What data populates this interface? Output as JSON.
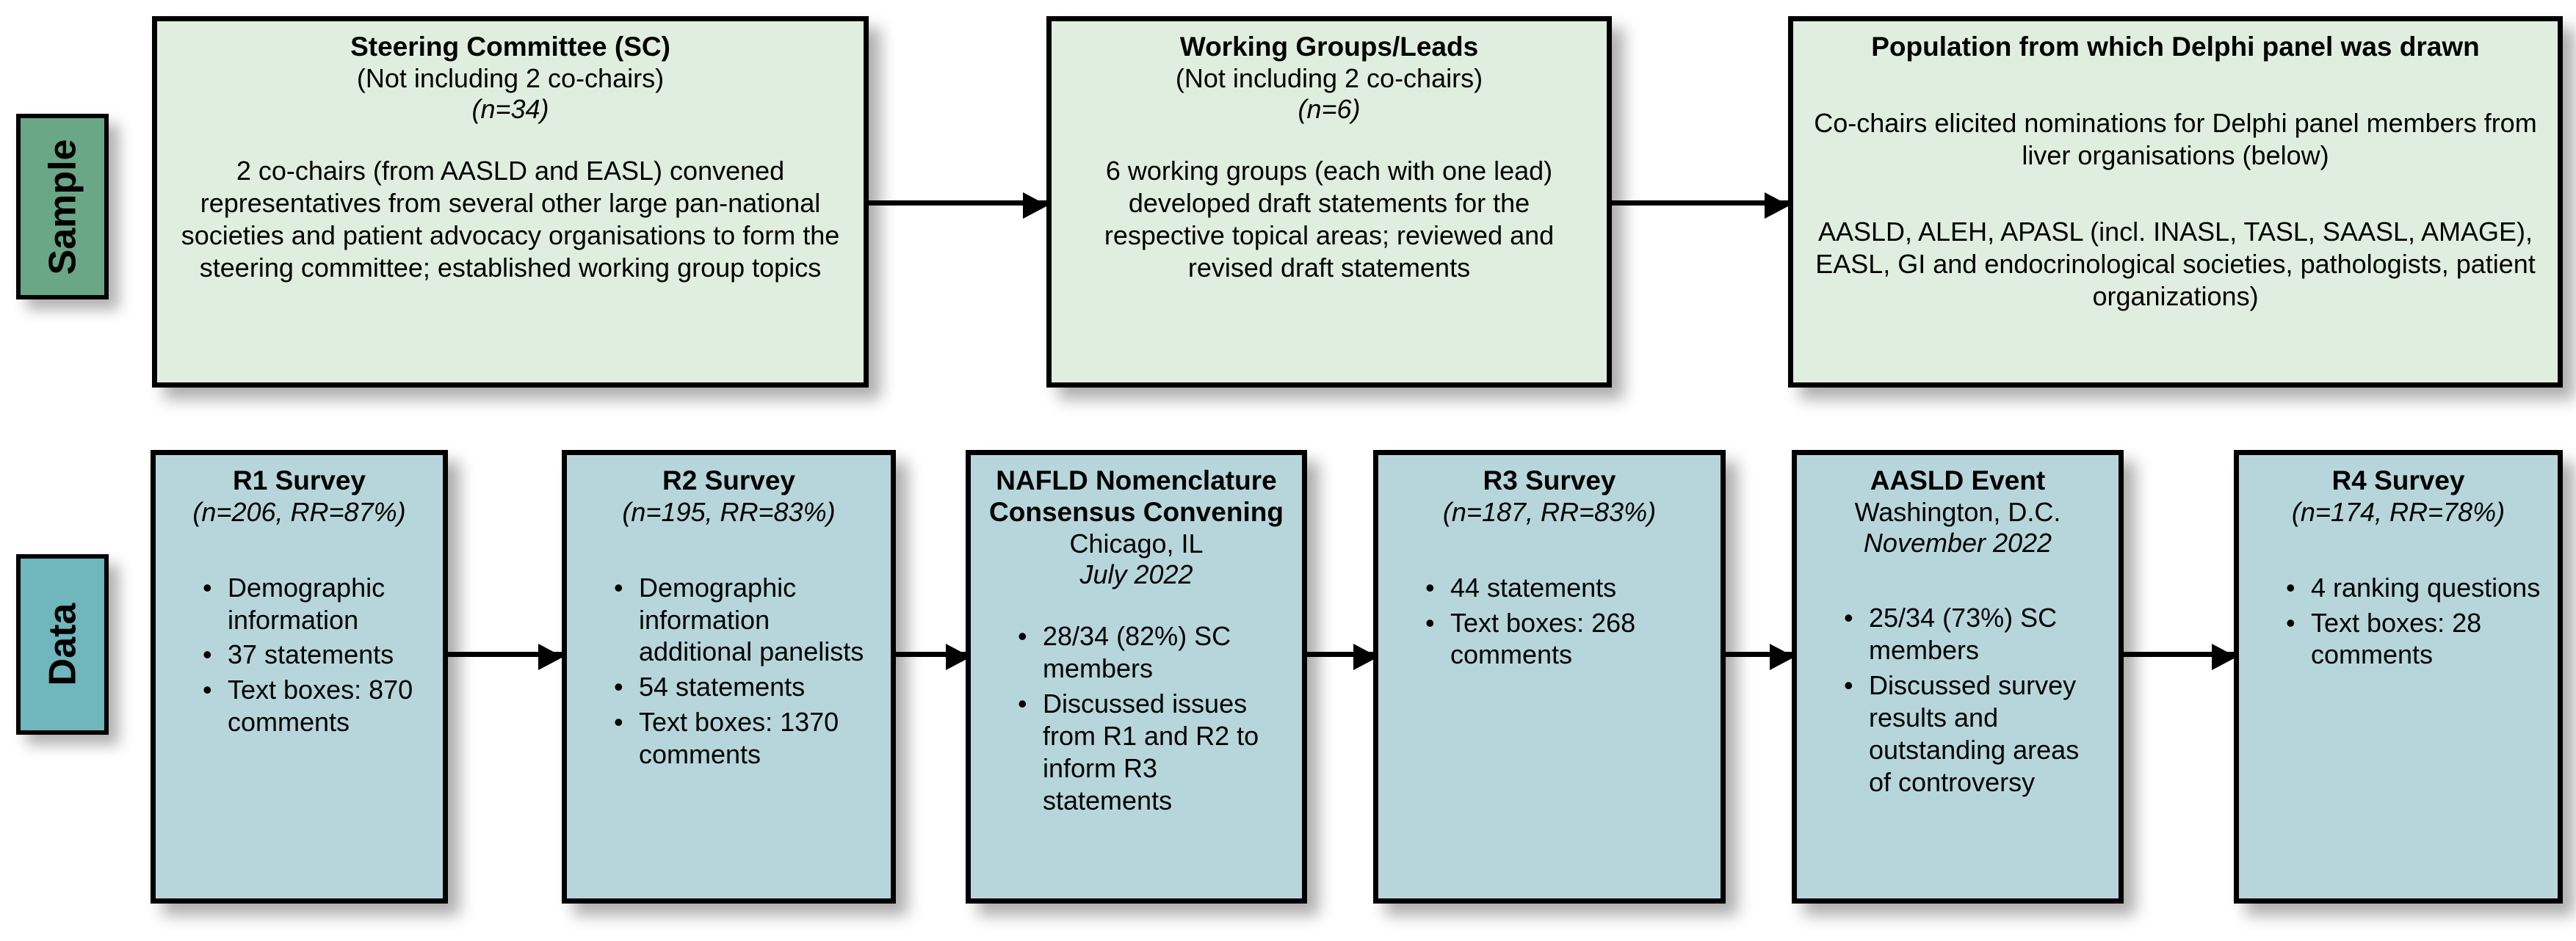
{
  "bands": [
    {
      "id": "sample",
      "label": "Sample",
      "color": "#6aa787"
    },
    {
      "id": "data",
      "label": "Data",
      "color": "#6fb6bd"
    }
  ],
  "palette": {
    "green_fill": "#dfeede",
    "blue_fill": "#b6d6dc",
    "border": "#000000",
    "band_sample": "#6aa787",
    "band_data": "#6fb6bd"
  },
  "sample_row": {
    "steering_committee": {
      "title": "Steering Committee (SC)",
      "subtitle": "(Not including 2 co-chairs)",
      "n_label": "(n=34)",
      "body": "2 co-chairs (from AASLD and EASL) convened representatives from several other large pan-national societies and patient advocacy organisations to form the steering committee; established working group topics"
    },
    "working_groups": {
      "title": "Working Groups/Leads",
      "subtitle": "(Not including 2 co-chairs)",
      "n_label": "(n=6)",
      "body": "6 working groups (each with one lead) developed draft statements for the respective topical areas; reviewed and revised draft statements"
    },
    "population": {
      "title": "Population from which Delphi panel was drawn",
      "body": "Co-chairs elicited nominations for Delphi panel members from liver organisations (below)",
      "body2": "AASLD, ALEH, APASL (incl. INASL, TASL, SAASL, AMAGE), EASL, GI and endocrinological societies, pathologists, patient organizations)"
    }
  },
  "data_row": {
    "r1": {
      "title": "R1 Survey",
      "subtitle": "(n=206, RR=87%)",
      "bullets": [
        "Demographic information",
        "37 statements",
        "Text boxes: 870 comments"
      ]
    },
    "r2": {
      "title": "R2 Survey",
      "subtitle": "(n=195, RR=83%)",
      "bullets": [
        "Demographic information additional panelists",
        "54 statements",
        "Text boxes: 1370 comments"
      ]
    },
    "nafld": {
      "title_line1": "NAFLD Nomenclature",
      "title_line2": "Consensus Convening",
      "location": "Chicago, IL",
      "date": "July 2022",
      "bullets": [
        "28/34 (82%) SC members",
        "Discussed issues from R1 and R2 to inform R3 statements"
      ]
    },
    "r3": {
      "title": "R3 Survey",
      "subtitle": "(n=187, RR=83%)",
      "bullets": [
        "44 statements",
        "Text boxes: 268 comments"
      ]
    },
    "aasld": {
      "title": "AASLD Event",
      "location": "Washington, D.C.",
      "date": "November 2022",
      "bullets": [
        "25/34 (73%) SC members",
        "Discussed survey results and outstanding areas of controversy"
      ]
    },
    "r4": {
      "title": "R4 Survey",
      "subtitle": "(n=174, RR=78%)",
      "bullets": [
        "4 ranking questions",
        "Text boxes: 28 comments"
      ]
    }
  },
  "arrows": {
    "count_top": 2,
    "count_bottom": 5,
    "direction": "right"
  }
}
